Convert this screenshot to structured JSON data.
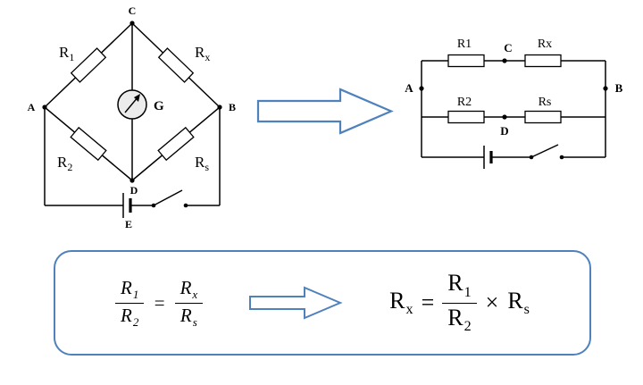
{
  "colors": {
    "accent_blue": "#4f81bd",
    "wire_black": "#000000"
  },
  "bridge_circuit": {
    "node_c": "C",
    "node_a": "A",
    "node_b": "B",
    "node_d": "D",
    "battery": "E",
    "galvanometer": "G",
    "r1_base": "R",
    "r1_sub": "1",
    "rx_base": "R",
    "rx_sub": "x",
    "r2_base": "R",
    "r2_sub": "2",
    "rs_base": "R",
    "rs_sub": "s"
  },
  "equivalent_circuit": {
    "r1": "R1",
    "rx": "Rx",
    "r2": "R2",
    "rs": "Rs",
    "node_a": "A",
    "node_b": "B",
    "node_c": "C",
    "node_d": "D"
  },
  "formula": {
    "lhs": {
      "frac1": {
        "num_base": "R",
        "num_sub": "1",
        "den_base": "R",
        "den_sub": "2"
      },
      "equals": "=",
      "frac2": {
        "num_base": "R",
        "num_sub": "x",
        "den_base": "R",
        "den_sub": "s"
      }
    },
    "rhs": {
      "result_base": "R",
      "result_sub": "x",
      "equals": "=",
      "frac": {
        "num_base": "R",
        "num_sub": "1",
        "den_base": "R",
        "den_sub": "2"
      },
      "times": "×",
      "factor_base": "R",
      "factor_sub": "s"
    }
  }
}
